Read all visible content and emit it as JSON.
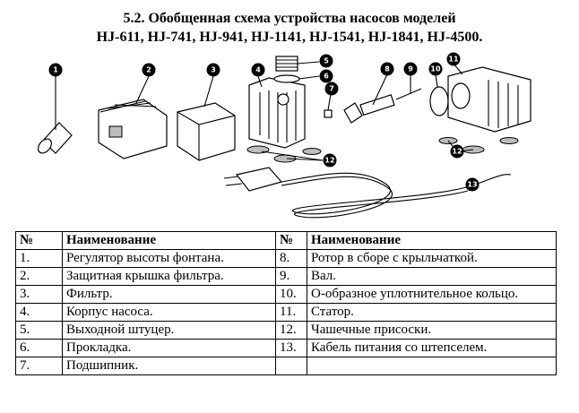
{
  "title": {
    "line1": "5.2. Обобщенная схема устройства насосов моделей",
    "line2": "HJ-611, HJ-741, HJ-941, HJ-1141, HJ-1541, HJ-1841, HJ-4500."
  },
  "diagram": {
    "callouts": [
      "1",
      "2",
      "3",
      "4",
      "5",
      "6",
      "7",
      "8",
      "9",
      "10",
      "11",
      "12",
      "12",
      "13"
    ]
  },
  "table": {
    "headers": {
      "num": "№",
      "name": "Наименование"
    },
    "rows": [
      {
        "n1": "1.",
        "t1": "Регулятор высоты фонтана.",
        "n2": "8.",
        "t2": "Ротор в сборе с крыльчаткой."
      },
      {
        "n1": "2.",
        "t1": "Защитная крышка фильтра.",
        "n2": "9.",
        "t2": "Вал."
      },
      {
        "n1": "3.",
        "t1": "Фильтр.",
        "n2": "10.",
        "t2": "О-образное уплотнительное кольцо."
      },
      {
        "n1": "4.",
        "t1": "Корпус насоса.",
        "n2": "11.",
        "t2": "Статор."
      },
      {
        "n1": "5.",
        "t1": "Выходной штуцер.",
        "n2": "12.",
        "t2": "Чашечные присоски."
      },
      {
        "n1": "6.",
        "t1": "Прокладка.",
        "n2": "13.",
        "t2": "Кабель питания со штепселем."
      },
      {
        "n1": "7.",
        "t1": "Подшипник.",
        "n2": "",
        "t2": ""
      }
    ]
  }
}
